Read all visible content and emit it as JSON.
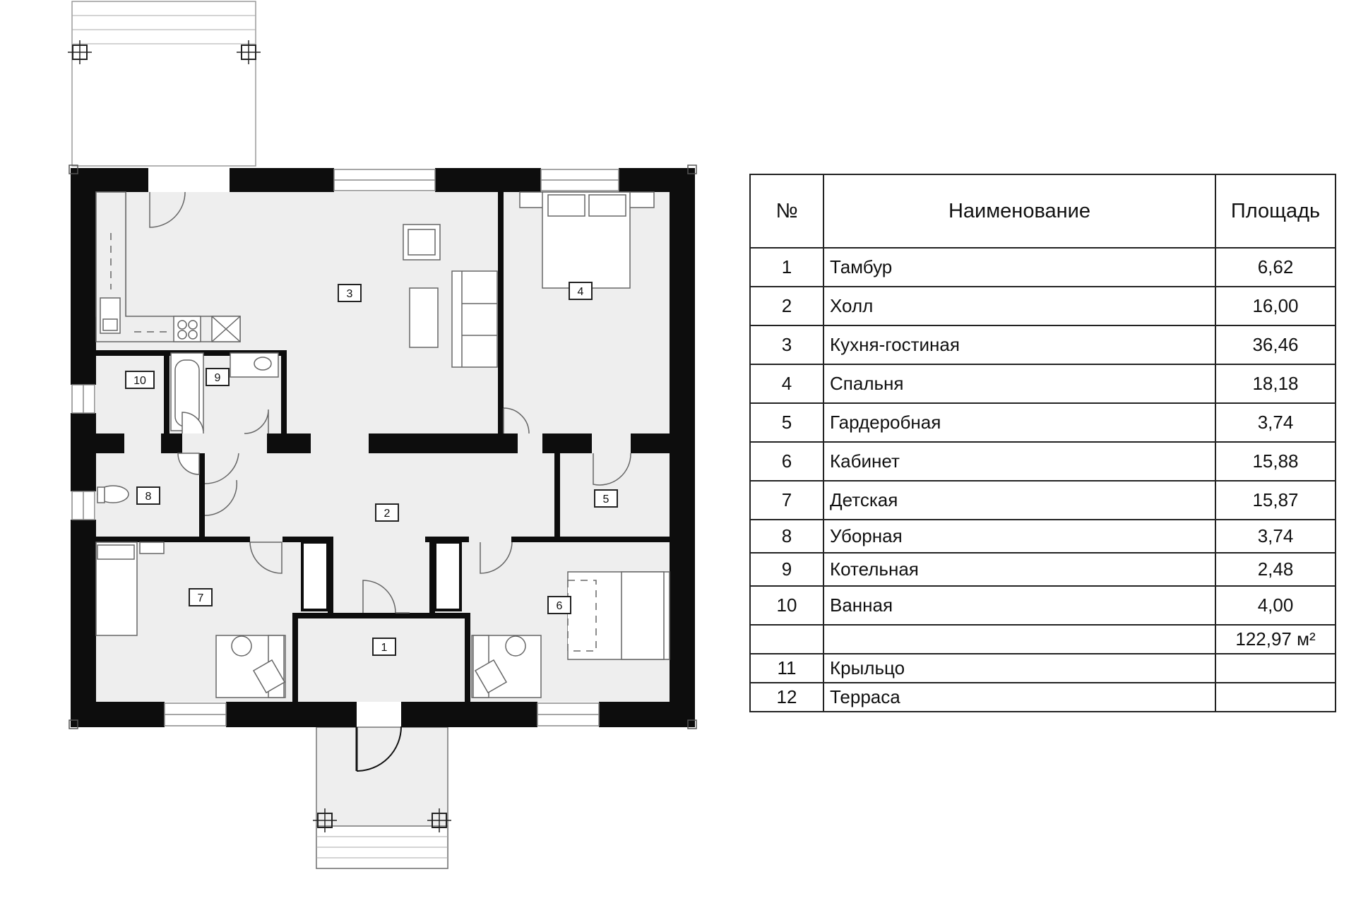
{
  "room_labels": [
    {
      "id": "1",
      "label": "1"
    },
    {
      "id": "2",
      "label": "2"
    },
    {
      "id": "3",
      "label": "3"
    },
    {
      "id": "4",
      "label": "4"
    },
    {
      "id": "5",
      "label": "5"
    },
    {
      "id": "6",
      "label": "6"
    },
    {
      "id": "7",
      "label": "7"
    },
    {
      "id": "8",
      "label": "8"
    },
    {
      "id": "9",
      "label": "9"
    },
    {
      "id": "10",
      "label": "10"
    }
  ],
  "table": {
    "headers": {
      "num": "№",
      "name": "Наименование",
      "area": "Площадь"
    },
    "rows": [
      {
        "num": "1",
        "name": "Тамбур",
        "area": "6,62"
      },
      {
        "num": "2",
        "name": "Холл",
        "area": "16,00"
      },
      {
        "num": "3",
        "name": "Кухня-гостиная",
        "area": "36,46"
      },
      {
        "num": "4",
        "name": "Спальня",
        "area": "18,18"
      },
      {
        "num": "5",
        "name": "Гардеробная",
        "area": "3,74"
      },
      {
        "num": "6",
        "name": "Кабинет",
        "area": "15,88"
      },
      {
        "num": "7",
        "name": "Детская",
        "area": "15,87"
      },
      {
        "num": "8",
        "name": "Уборная",
        "area": "3,74"
      },
      {
        "num": "9",
        "name": "Котельная",
        "area": "2,48"
      },
      {
        "num": "10",
        "name": "Ванная",
        "area": "4,00"
      }
    ],
    "total": {
      "num": "",
      "name": "",
      "area": "122,97 м²"
    },
    "extra_rows": [
      {
        "num": "11",
        "name": "Крыльцо",
        "area": ""
      },
      {
        "num": "12",
        "name": "Терраса",
        "area": ""
      }
    ]
  },
  "colors": {
    "wall": "#0d0d0d",
    "floor": "#eeeeee",
    "line": "#555555",
    "background": "#ffffff"
  }
}
